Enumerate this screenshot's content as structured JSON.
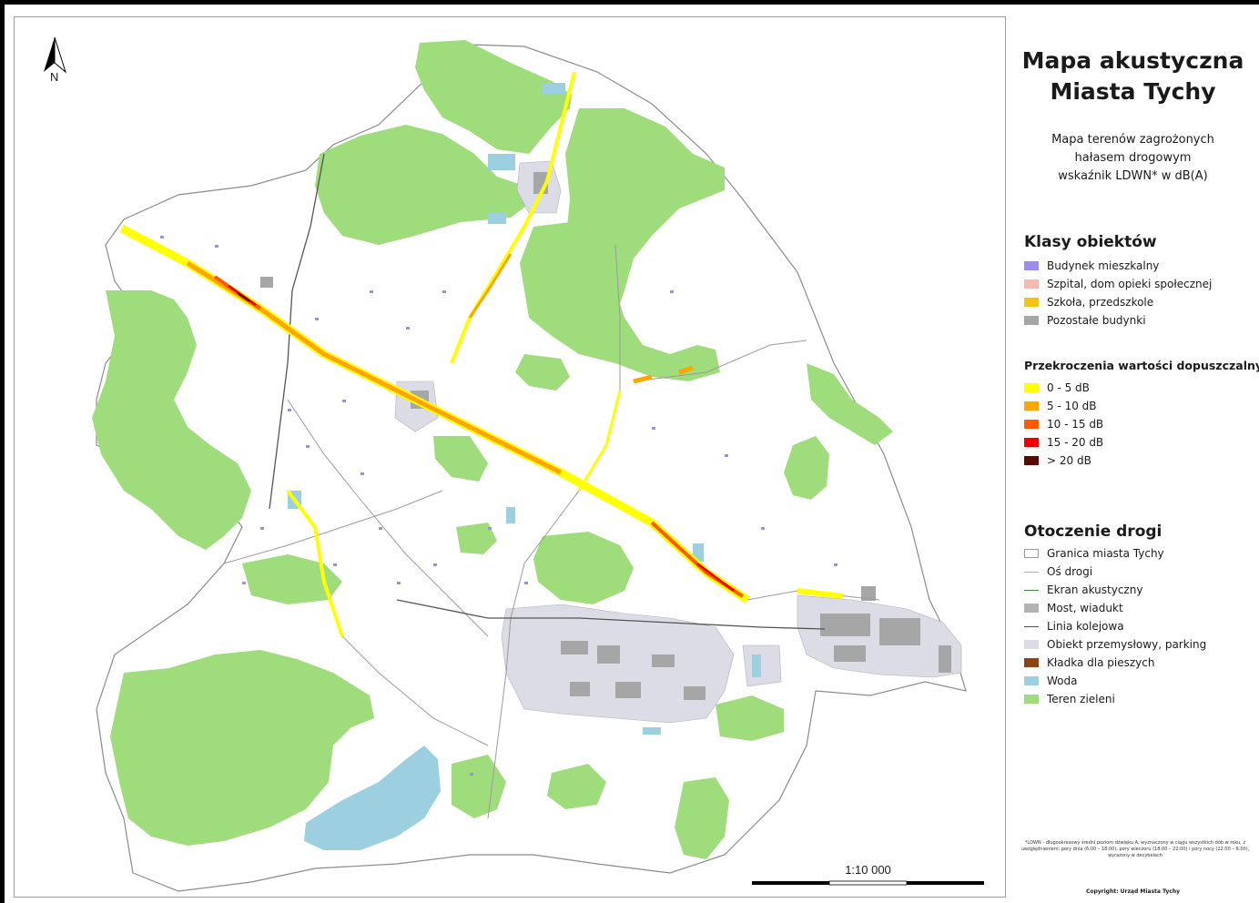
{
  "title": "Mapa akustyczna\nMiasta Tychy",
  "subtitle": "Mapa terenów zagrożonych\nhałasem drogowym\nwskaźnik LDWN* w dB(A)",
  "north_label": "N",
  "scale_label": "1:10 000",
  "classes": {
    "heading": "Klasy obiektów",
    "items": [
      {
        "label": "Budynek mieszkalny",
        "color": "#9c8cf0"
      },
      {
        "label": "Szpital, dom opieki społecznej",
        "color": "#f6b9b4"
      },
      {
        "label": "Szkoła, przedszkole",
        "color": "#f4c318"
      },
      {
        "label": "Pozostałe budynki",
        "color": "#a6a6a6"
      }
    ]
  },
  "exceedances": {
    "heading": "Przekroczenia wartości dopuszczalnych",
    "items": [
      {
        "label": "0 - 5 dB",
        "color": "#ffff00"
      },
      {
        "label": "5 - 10 dB",
        "color": "#ffa500"
      },
      {
        "label": "10 - 15 dB",
        "color": "#ff5a00"
      },
      {
        "label": "15 - 20 dB",
        "color": "#ee0000"
      },
      {
        "label": "> 20 dB",
        "color": "#5a0a00"
      }
    ]
  },
  "road_env": {
    "heading": "Otoczenie drogi",
    "items": [
      {
        "label": "Granica miasta Tychy",
        "style": "outline",
        "color": "#ffffff"
      },
      {
        "label": "Oś drogi",
        "style": "line",
        "color": "#b0b0b0"
      },
      {
        "label": "Ekran akustyczny",
        "style": "line",
        "color": "#3c8c3c"
      },
      {
        "label": "Most, wiadukt",
        "style": "fill",
        "color": "#b3b3b3"
      },
      {
        "label": "Linia kolejowa",
        "style": "line",
        "color": "#555555"
      },
      {
        "label": "Obiekt przemysłowy, parking",
        "style": "fill",
        "color": "#dcdce6"
      },
      {
        "label": "Kładka dla pieszych",
        "style": "fill",
        "color": "#8b4513"
      },
      {
        "label": "Woda",
        "style": "fill",
        "color": "#9ccfe0"
      },
      {
        "label": "Teren zieleni",
        "style": "fill",
        "color": "#9fdc7c"
      }
    ]
  },
  "footnote": "*LDWN - długookresowy średni poziom dźwięku A, wyznaczony w ciągu wszystkich dób w roku, z uwzględnieniem: pory dnia (6:00 – 18:00), pory wieczoru (18:00 – 22:00) i pory nocy (22:00 – 6:00), wyrażony w decybelach",
  "copyright": "Copyright: Urząd Miasta Tychy"
}
